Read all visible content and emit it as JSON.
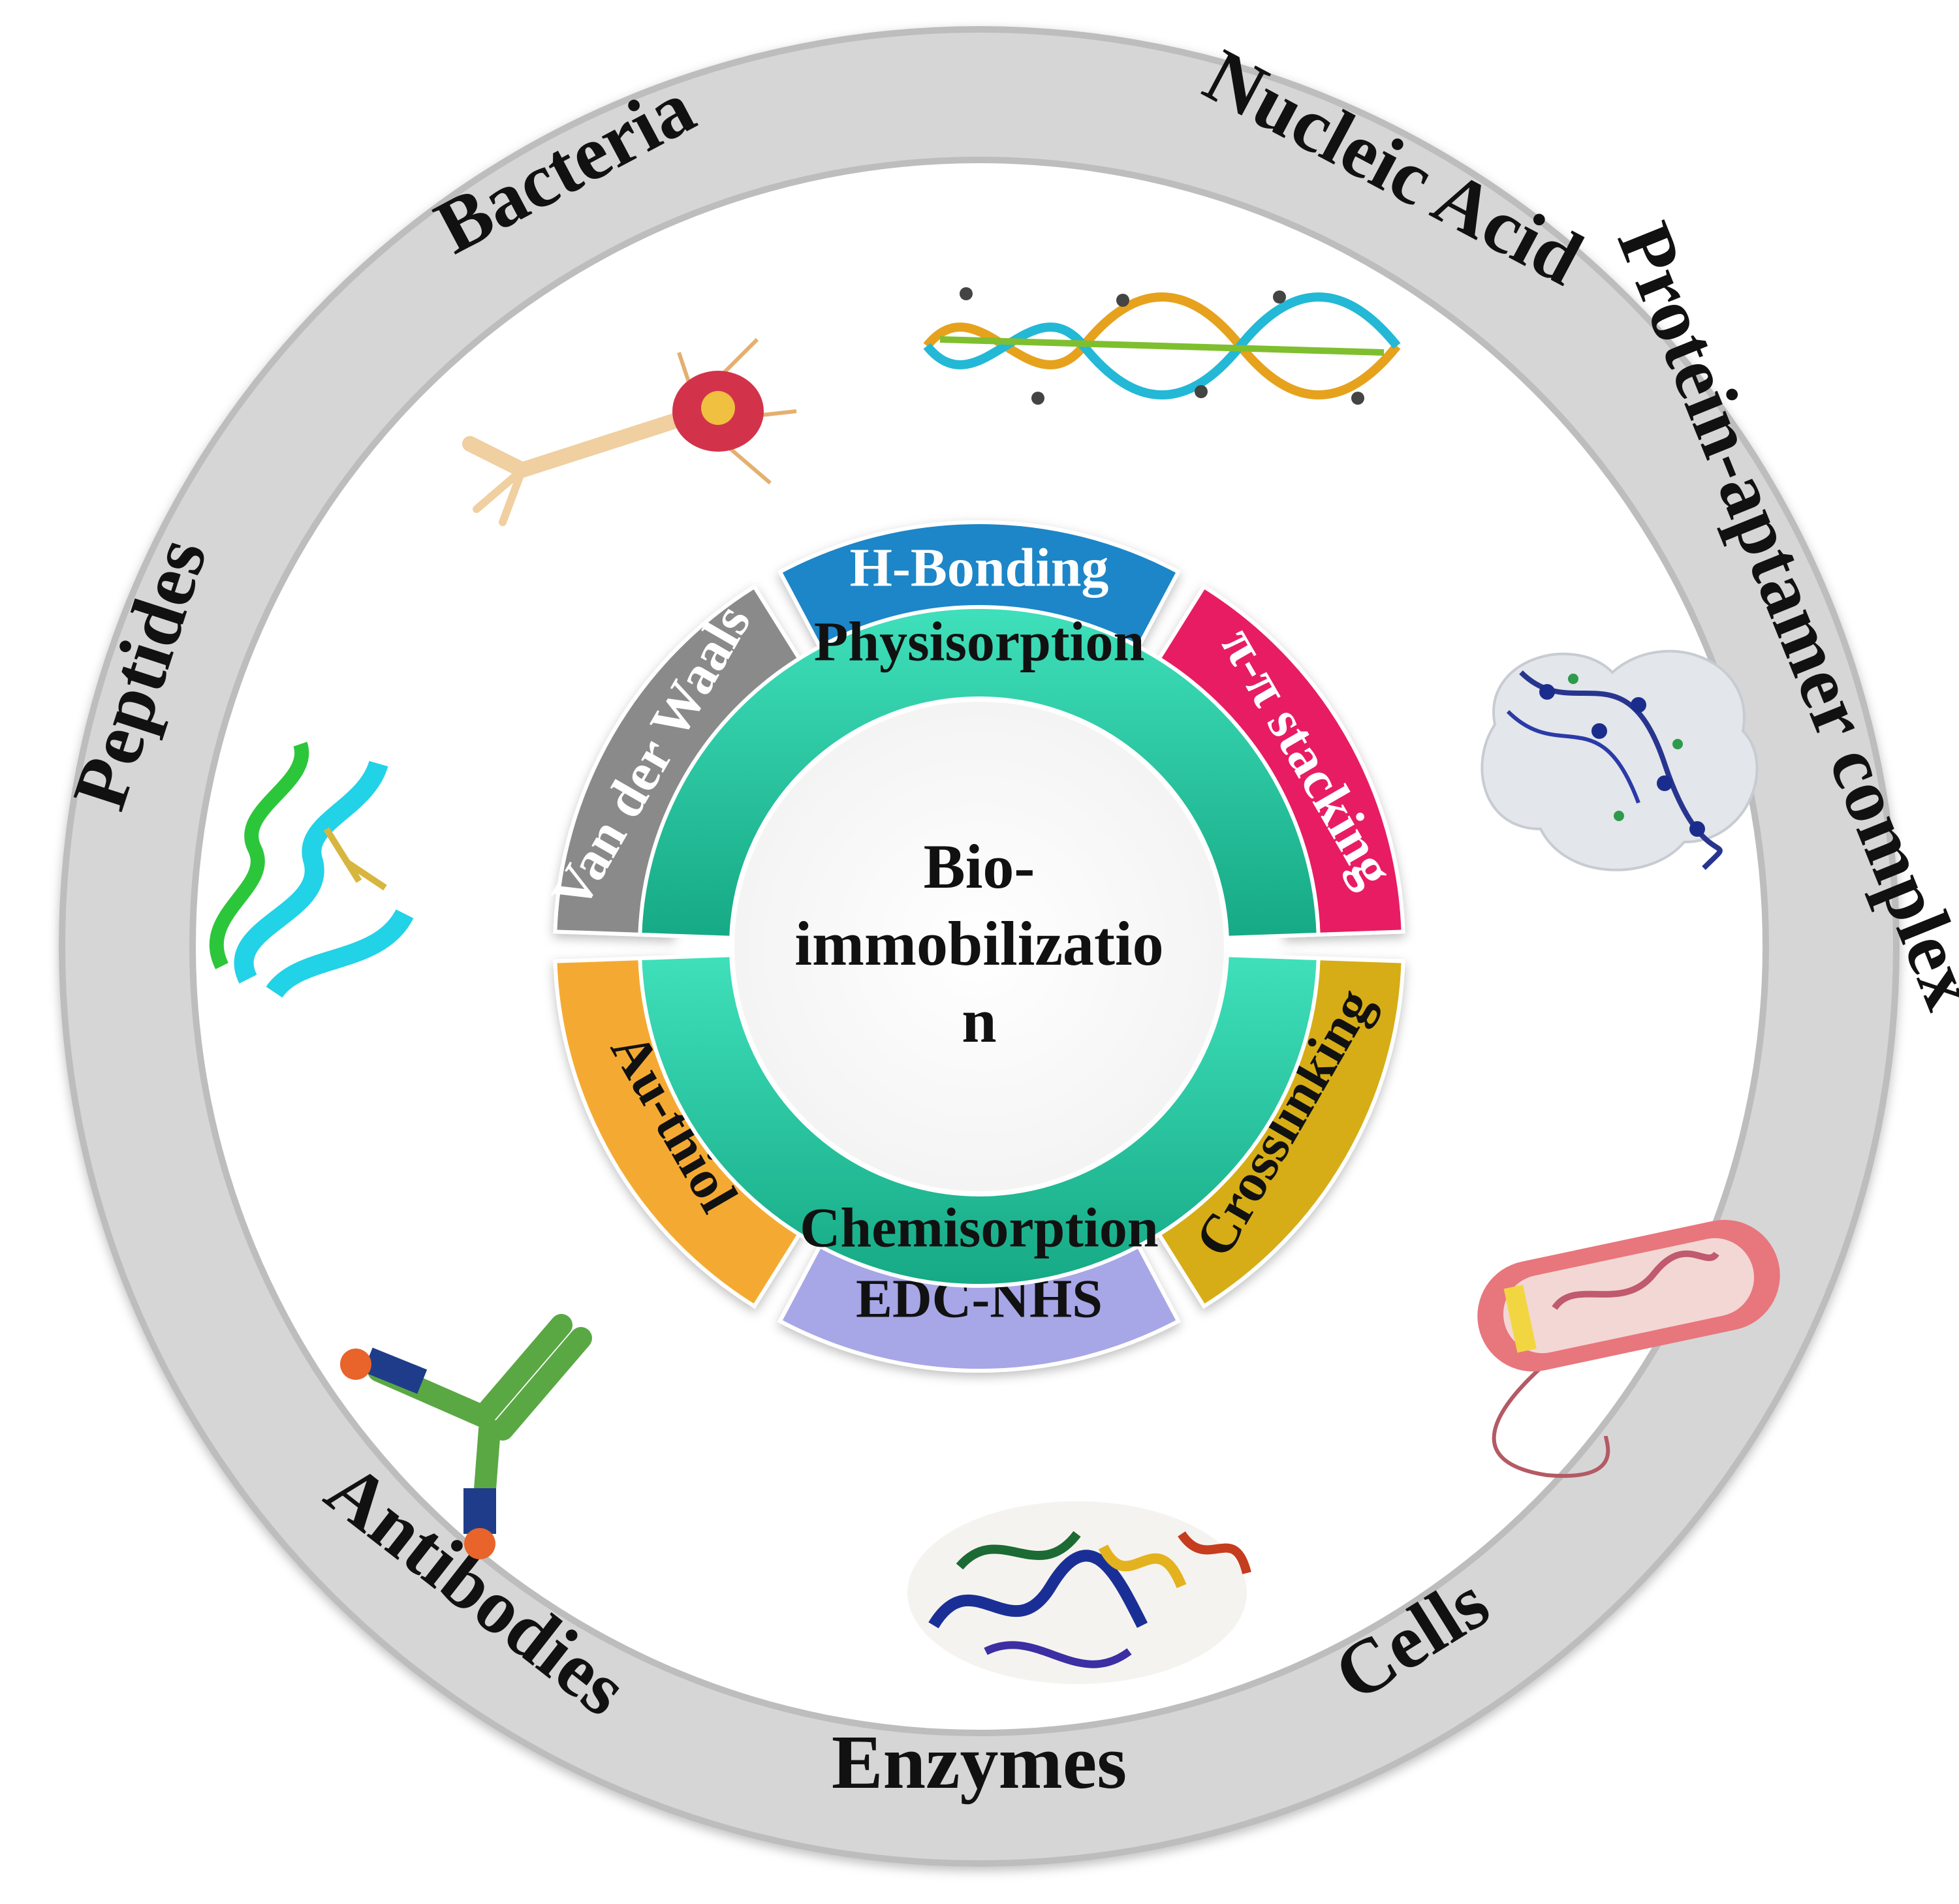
{
  "center": {
    "lines": [
      "Bio-",
      "immobilizatio",
      "n"
    ]
  },
  "inner_ring": [
    {
      "label": "Physisorption",
      "color": "#2cc6a2"
    },
    {
      "label": "Chemisorption",
      "color": "#2cc6a2"
    }
  ],
  "middle_ring": [
    {
      "label": "H-Bonding",
      "color": "#1f86c8",
      "text_color": "#ffffff"
    },
    {
      "label": "π-π stacking",
      "color": "#e81f63",
      "text_color": "#ffffff"
    },
    {
      "label": "Crosslinking",
      "color": "#d6ad14",
      "text_color": "#111111"
    },
    {
      "label": "EDC-NHS",
      "color": "#a7a6e6",
      "text_color": "#111111"
    },
    {
      "label": "Au-thiol",
      "color": "#f4aa30",
      "text_color": "#111111"
    },
    {
      "label": "Van der Waals",
      "color": "#8a8a8a",
      "text_color": "#ffffff"
    }
  ],
  "outer_ring": {
    "color": "#d6d6d6",
    "labels": [
      "Nucleic Acid",
      "Protein-aptamer complex",
      "Cells",
      "Enzymes",
      "Antibodies",
      "Peptides",
      "Bacteria"
    ]
  },
  "illustrations": [
    {
      "name": "dna-double-helix"
    },
    {
      "name": "protein-aptamer-complex"
    },
    {
      "name": "bacterium"
    },
    {
      "name": "enzyme-structure"
    },
    {
      "name": "antibody"
    },
    {
      "name": "peptide-helix"
    },
    {
      "name": "neuron-cell"
    }
  ]
}
